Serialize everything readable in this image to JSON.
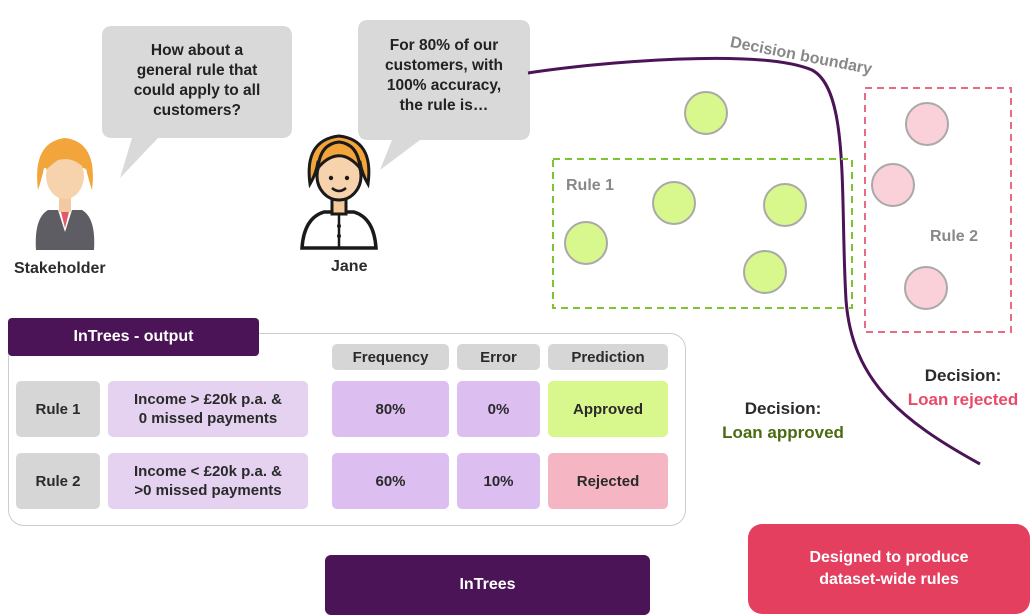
{
  "bubbles": {
    "stakeholder_lines": [
      "How about a",
      "general rule that",
      "could apply to all",
      "customers?"
    ],
    "jane_lines": [
      "For 80% of our",
      "customers, with",
      "100% accuracy,",
      "the rule is…"
    ]
  },
  "people": {
    "stakeholder_label": "Stakeholder",
    "jane_label": "Jane"
  },
  "table": {
    "title": "InTrees - output",
    "headers": [
      "Frequency",
      "Error",
      "Prediction"
    ],
    "rows": [
      {
        "rule": "Rule 1",
        "condition_lines": [
          "Income > £20k p.a. &",
          "0 missed payments"
        ],
        "frequency": "80%",
        "error": "0%",
        "prediction": "Approved"
      },
      {
        "rule": "Rule 2",
        "condition_lines": [
          "Income < £20k p.a. &",
          ">0 missed payments"
        ],
        "frequency": "60%",
        "error": "10%",
        "prediction": "Rejected"
      }
    ]
  },
  "plot": {
    "boundary_label": "Decision boundary",
    "rule1_label": "Rule 1",
    "rule2_label": "Rule 2",
    "approved_label_lines": [
      "Decision:",
      "Loan approved"
    ],
    "rejected_label_lines": [
      "Decision:",
      "Loan rejected"
    ]
  },
  "buttons": {
    "intrees_label": "InTrees",
    "designed_lines": [
      "Designed to produce",
      "dataset-wide rules"
    ]
  },
  "colors": {
    "purple_dark": "#4b1457",
    "approved_green": "#d8f78d",
    "rejected_pink": "#f5b5c2",
    "green_text": "#4a6b12",
    "pink_text": "#e94a6a",
    "cta_red": "#e43f5f"
  }
}
